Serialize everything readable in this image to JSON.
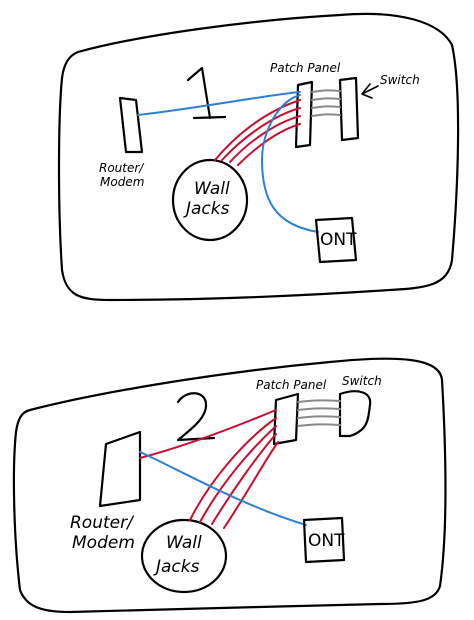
{
  "colors": {
    "ink": "#000000",
    "ethernet_red": "#c8102e",
    "coax_blue": "#2f7fd6",
    "patch_gray": "#8a8a8a",
    "background": "#ffffff"
  },
  "diagrams": [
    {
      "number": "1",
      "labels": {
        "patch_panel": "Patch Panel",
        "switch": "Switch",
        "router_line1": "Router/",
        "router_line2": "Modem",
        "wall_line1": "Wall",
        "wall_line2": "Jacks",
        "ont": "ONT"
      }
    },
    {
      "number": "2",
      "labels": {
        "patch_panel": "Patch Panel",
        "switch": "Switch",
        "router_line1": "Router/",
        "router_line2": "Modem",
        "wall_line1": "Wall",
        "wall_line2": "Jacks",
        "ont": "ONT"
      }
    }
  ]
}
